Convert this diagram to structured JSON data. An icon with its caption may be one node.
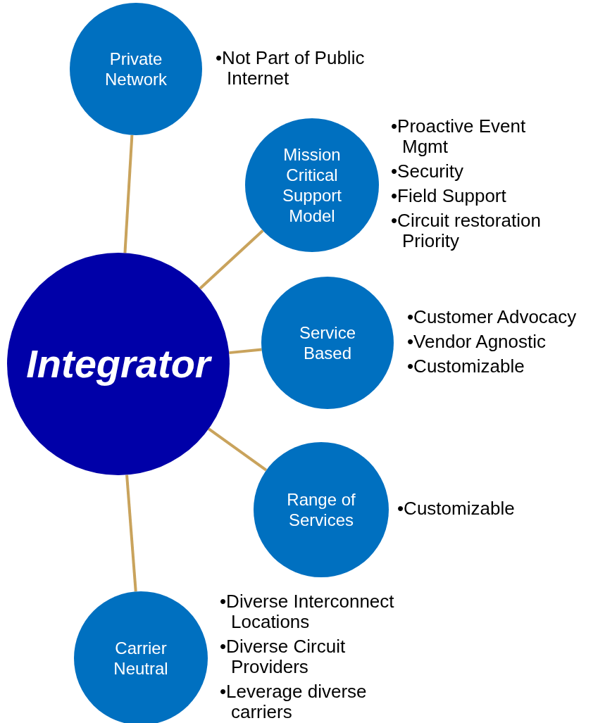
{
  "diagram": {
    "nodes": [
      {
        "text": [
          "Integrator"
        ]
      },
      {
        "text": [
          "Private Network"
        ],
        "beside": [
          "•Not Part of Public Internet"
        ]
      },
      {
        "text": [
          "Mission Critical Support Model"
        ],
        "beside": [
          "•Proactive Event Mgmt",
          "•Security",
          "•Field Support",
          "•Circuit restoration Priority"
        ]
      },
      {
        "text": [
          "Service Based"
        ],
        "beside": [
          "•Customer Advocacy",
          "•Vendor Agnostic",
          "•Customizable"
        ]
      },
      {
        "text": [
          "Range of Services"
        ],
        "beside": [
          "•Customizable"
        ]
      },
      {
        "text": [
          "Carrier Neutral"
        ],
        "beside": [
          "•Diverse Interconnect Locations",
          "•Diverse Circuit Providers",
          "•Leverage diverse carriers"
        ]
      }
    ],
    "edges": [
      {
        "from": 0,
        "to": 1,
        "arrow": "none"
      },
      {
        "from": 0,
        "to": 2,
        "arrow": "none"
      },
      {
        "from": 0,
        "to": 3,
        "arrow": "none"
      },
      {
        "from": 0,
        "to": 4,
        "arrow": "none"
      },
      {
        "from": 0,
        "to": 5,
        "arrow": "none"
      }
    ]
  }
}
